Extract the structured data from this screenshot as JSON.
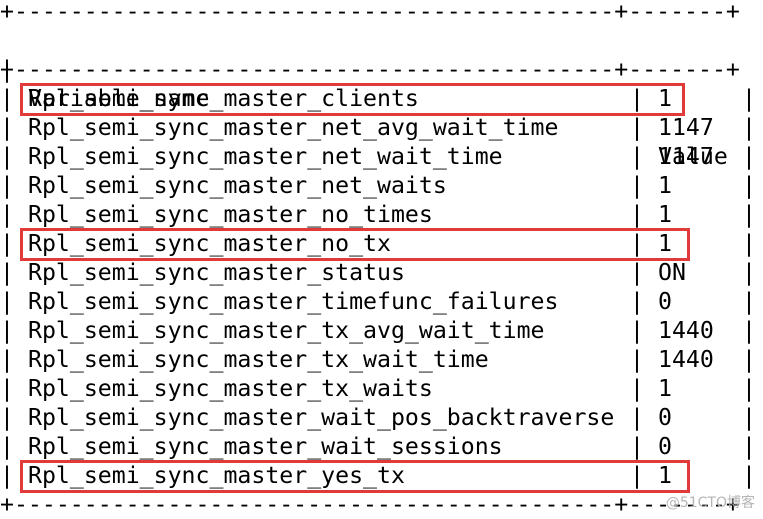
{
  "table": {
    "border": "+-------------------------------------------+-------+",
    "headers": {
      "name": "Variable_name",
      "value": "Value"
    },
    "rows": [
      {
        "name": "Rpl_semi_sync_master_clients",
        "value": "1",
        "highlighted": true
      },
      {
        "name": "Rpl_semi_sync_master_net_avg_wait_time",
        "value": "1147",
        "highlighted": false
      },
      {
        "name": "Rpl_semi_sync_master_net_wait_time",
        "value": "1147",
        "highlighted": false
      },
      {
        "name": "Rpl_semi_sync_master_net_waits",
        "value": "1",
        "highlighted": false
      },
      {
        "name": "Rpl_semi_sync_master_no_times",
        "value": "1",
        "highlighted": false
      },
      {
        "name": "Rpl_semi_sync_master_no_tx",
        "value": "1",
        "highlighted": true
      },
      {
        "name": "Rpl_semi_sync_master_status",
        "value": "ON",
        "highlighted": false
      },
      {
        "name": "Rpl_semi_sync_master_timefunc_failures",
        "value": "0",
        "highlighted": false
      },
      {
        "name": "Rpl_semi_sync_master_tx_avg_wait_time",
        "value": "1440",
        "highlighted": false
      },
      {
        "name": "Rpl_semi_sync_master_tx_wait_time",
        "value": "1440",
        "highlighted": false
      },
      {
        "name": "Rpl_semi_sync_master_tx_waits",
        "value": "1",
        "highlighted": false
      },
      {
        "name": "Rpl_semi_sync_master_wait_pos_backtraverse",
        "value": "0",
        "highlighted": false
      },
      {
        "name": "Rpl_semi_sync_master_wait_sessions",
        "value": "0",
        "highlighted": false
      },
      {
        "name": "Rpl_semi_sync_master_yes_tx",
        "value": "1",
        "highlighted": true
      }
    ]
  },
  "colors": {
    "highlight_border": "#e03a3a",
    "text": "#000000",
    "background": "#ffffff"
  },
  "watermark": "@51CTO博客"
}
